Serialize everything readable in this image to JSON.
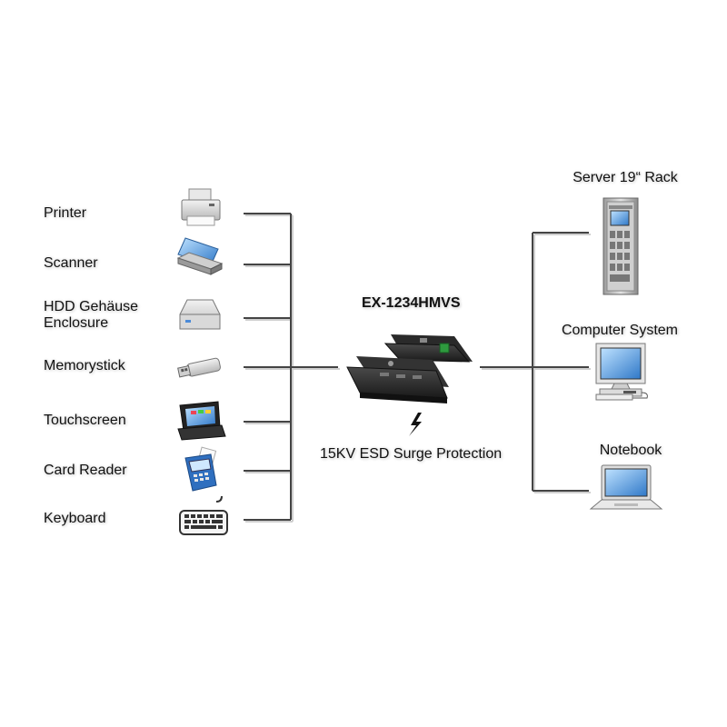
{
  "hub": {
    "model": "EX-1234HMVS",
    "protection": "15KV ESD Surge Protection",
    "bolt_icon": "lightning-bolt-icon"
  },
  "left_devices": [
    {
      "label": "Printer",
      "icon": "printer-icon"
    },
    {
      "label": "Scanner",
      "icon": "scanner-icon"
    },
    {
      "label_line1": "HDD Gehäuse",
      "label_line2": "Enclosure",
      "icon": "hdd-enclosure-icon"
    },
    {
      "label": "Memorystick",
      "icon": "usb-stick-icon"
    },
    {
      "label": "Touchscreen",
      "icon": "touchscreen-terminal-icon"
    },
    {
      "label": "Card Reader",
      "icon": "card-reader-icon"
    },
    {
      "label": "Keyboard",
      "icon": "keyboard-icon"
    }
  ],
  "right_hosts": [
    {
      "label": "Server 19“ Rack",
      "icon": "server-rack-icon"
    },
    {
      "label": "Computer System",
      "icon": "desktop-computer-icon"
    },
    {
      "label": "Notebook",
      "icon": "notebook-icon"
    }
  ],
  "colors": {
    "line": "#444444",
    "line_shadow": "#c8c8c8",
    "device_dark": "#2a2a2a",
    "accent_green": "#2e9a3e"
  }
}
